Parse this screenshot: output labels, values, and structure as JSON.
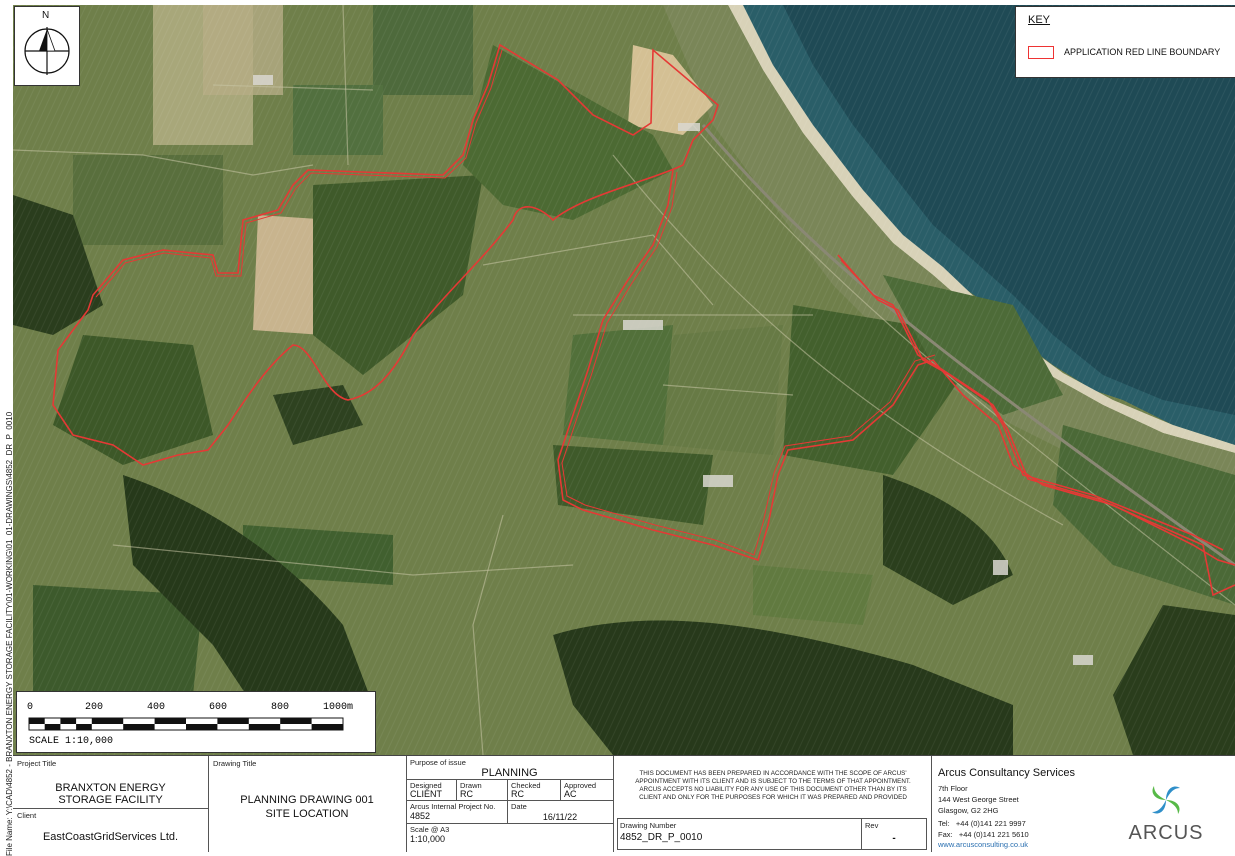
{
  "map": {
    "side_label": "File Name: Y:\\CAD\\4852 - BRANXTON ENERGY STORAGE FACILITY\\01-WORKING\\01_01-DRAWINGS\\4852_DR_P_0010",
    "north_label": "N",
    "key": {
      "title": "KEY",
      "items": [
        {
          "label": "APPLICATION RED LINE BOUNDARY",
          "color": "#e53935"
        }
      ]
    },
    "scale_bar": {
      "ticks": [
        "0",
        "200",
        "400",
        "600",
        "800",
        "1000m"
      ],
      "label": "SCALE 1:10,000"
    },
    "colors": {
      "boundary": "#e53935",
      "sea": "#1f4a55",
      "field_dark": "#3f5a2a",
      "field_light": "#8c9a5e"
    }
  },
  "title_block": {
    "project_title_caption": "Project Title",
    "project_title": [
      "BRANXTON ENERGY",
      "STORAGE FACILITY"
    ],
    "client_caption": "Client",
    "client": "EastCoastGridServices Ltd.",
    "drawing_title_caption": "Drawing Title",
    "drawing_title": [
      "PLANNING DRAWING 001",
      "SITE LOCATION"
    ],
    "purpose_caption": "Purpose of issue",
    "purpose": "PLANNING",
    "designed_caption": "Designed",
    "designed": "CLIENT",
    "drawn_caption": "Drawn",
    "drawn": "RC",
    "checked_caption": "Checked",
    "checked": "RC",
    "approved_caption": "Approved",
    "approved": "AC",
    "project_no_caption": "Arcus Internal Project No.",
    "project_no": "4852",
    "date_caption": "Date",
    "date": "16/11/22",
    "scale_caption": "Scale @ A3",
    "scale": "1:10,000",
    "disclaimer": [
      "THIS DOCUMENT HAS BEEN PREPARED IN ACCORDANCE WITH THE SCOPE OF ARCUS'",
      "APPOINTMENT WITH ITS CLIENT AND IS SUBJECT TO THE TERMS OF THAT APPOINTMENT.",
      "ARCUS ACCEPTS NO LIABILITY FOR ANY USE OF THIS DOCUMENT OTHER THAN BY ITS",
      "CLIENT AND ONLY FOR THE PURPOSES FOR WHICH IT WAS PREPARED AND PROVIDED"
    ],
    "drawing_number_caption": "Drawing Number",
    "drawing_number": "4852_DR_P_0010",
    "rev_caption": "Rev",
    "rev": "-",
    "company": {
      "name": "Arcus Consultancy Services",
      "address": [
        "7th Floor",
        "144 West George Street",
        "Glasgow, G2 2HG"
      ],
      "tel": "Tel:   +44 (0)141 221 9997",
      "fax": "Fax:   +44 (0)141 221 5610",
      "web": "www.arcusconsulting.co.uk",
      "logo_text": "ARCUS"
    }
  }
}
